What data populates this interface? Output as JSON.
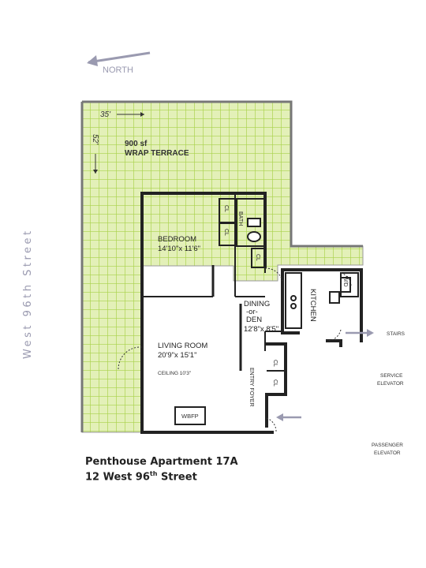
{
  "compass": {
    "label": "NORTH"
  },
  "terrace": {
    "area": "900 sf",
    "name": "WRAP TERRACE",
    "dim_width": "35'",
    "dim_depth": "52'"
  },
  "rooms": {
    "bedroom": {
      "name": "BEDROOM",
      "dims": "14'10\"x 11'6\""
    },
    "bath": "BATH",
    "closet": "CL",
    "dining_1": "DINING",
    "dining_2": "-or-",
    "dining_3": "DEN",
    "dining_dims": "12'8\"x 8'5\"",
    "living": {
      "name": "LIVING ROOM",
      "dims": "20'9\"x 15'1\"",
      "ceiling": "CEILING 10'3\""
    },
    "kitchen": "KITCHEN",
    "wd": "W/D",
    "entry": "ENTRY FOYER",
    "fireplace": "WBFP"
  },
  "labels": {
    "stairs": "STAIRS",
    "service_1": "SERVICE",
    "service_2": "ELEVATOR",
    "passenger_1": "PASSENGER",
    "passenger_2": "ELEVATOR"
  },
  "street_side": "West 96th Street",
  "title": {
    "line1": "Penthouse Apartment 17A",
    "line2_pre": "12 West 96",
    "line2_sup": "th",
    "line2_post": " Street"
  },
  "colors": {
    "terrace_fill": "#d9ec9a",
    "terrace_grid": "#a9d24a",
    "wall": "#222222",
    "arrow": "#9a9ab0"
  }
}
